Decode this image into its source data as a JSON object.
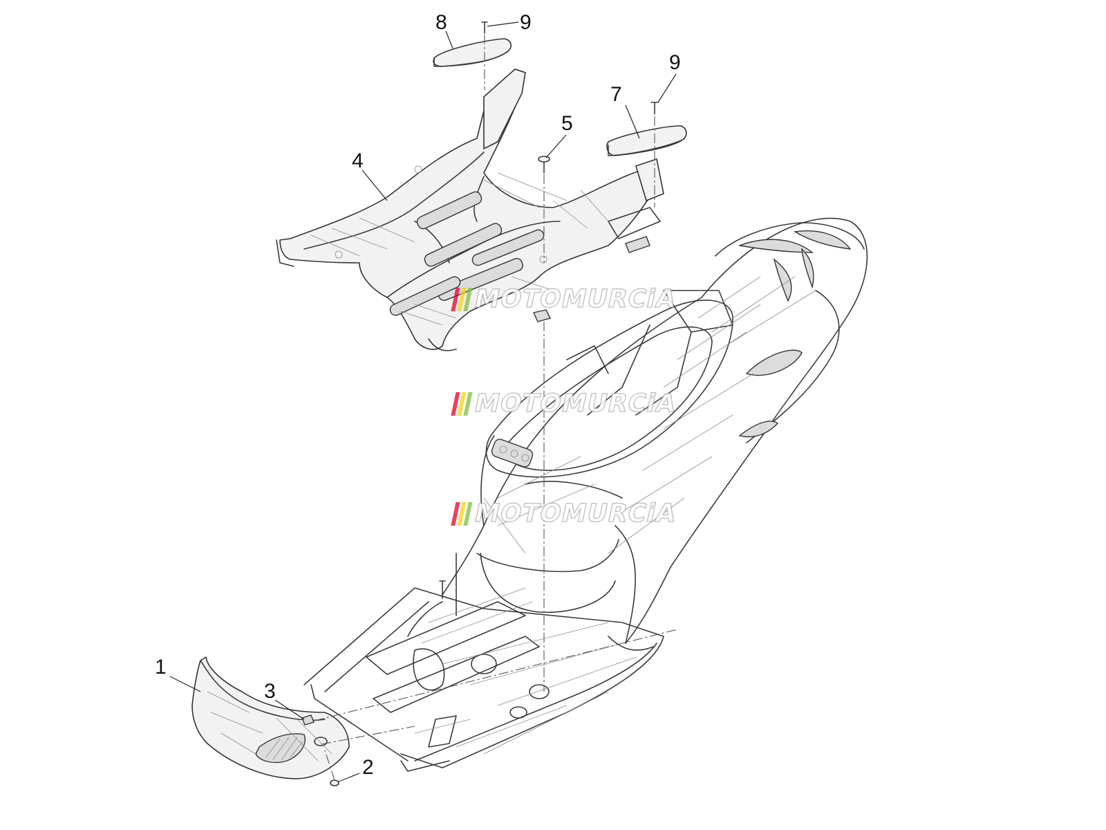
{
  "callouts": [
    {
      "label": "1",
      "part": "front-inner-cover"
    },
    {
      "label": "2",
      "part": "screw"
    },
    {
      "label": "3",
      "part": "clip"
    },
    {
      "label": "4",
      "part": "footrest"
    },
    {
      "label": "5",
      "part": "screw"
    },
    {
      "label": "7",
      "part": "right-rubber-pad"
    },
    {
      "label": "8",
      "part": "left-rubber-pad"
    },
    {
      "label": "9",
      "part": "screw"
    },
    {
      "label": "9",
      "part": "screw"
    }
  ],
  "watermark": {
    "text": "MOTOMURCiA",
    "stripe_colors": [
      "#e4002b",
      "#f7d117",
      "#7fbf3f"
    ],
    "count": 3
  },
  "colors": {
    "line": "#3a3a3a",
    "background": "#ffffff"
  }
}
